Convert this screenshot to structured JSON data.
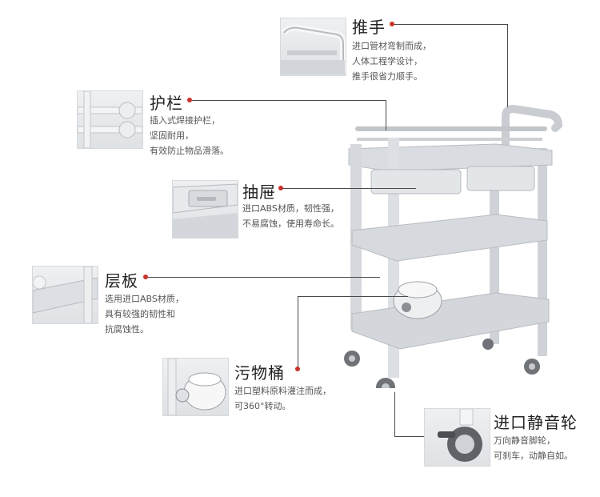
{
  "features": {
    "handle": {
      "title": "推手",
      "lines": [
        "进口管材弯制而成，",
        "人体工程学设计，",
        "推手很省力顺手。"
      ],
      "icon": "cart-handle-icon"
    },
    "guardrail": {
      "title": "护栏",
      "lines": [
        "插入式焊接护栏，",
        "坚固耐用，",
        "有效防止物品滑落。"
      ],
      "icon": "guardrail-icon"
    },
    "drawer": {
      "title": "抽屉",
      "lines": [
        "进口ABS材质，韧性强，",
        "不易腐蚀，使用寿命长。"
      ],
      "icon": "drawer-icon"
    },
    "shelf": {
      "title": "层板",
      "lines": [
        "选用进口ABS材质，",
        "具有较强的韧性和",
        "抗腐蚀性。"
      ],
      "icon": "shelf-icon"
    },
    "bucket": {
      "title": "污物桶",
      "lines": [
        "进口塑料原料灌注而成，",
        "可360°转动。"
      ],
      "icon": "waste-bucket-icon"
    },
    "caster": {
      "title": "进口静音轮",
      "lines": [
        "万向静音脚轮，",
        "可刹车，动静自如。"
      ],
      "icon": "caster-wheel-icon"
    }
  },
  "colors": {
    "accent_dot": "#c8322a",
    "line": "#4a4a4a",
    "cart_gray": "#c9ccd0"
  }
}
